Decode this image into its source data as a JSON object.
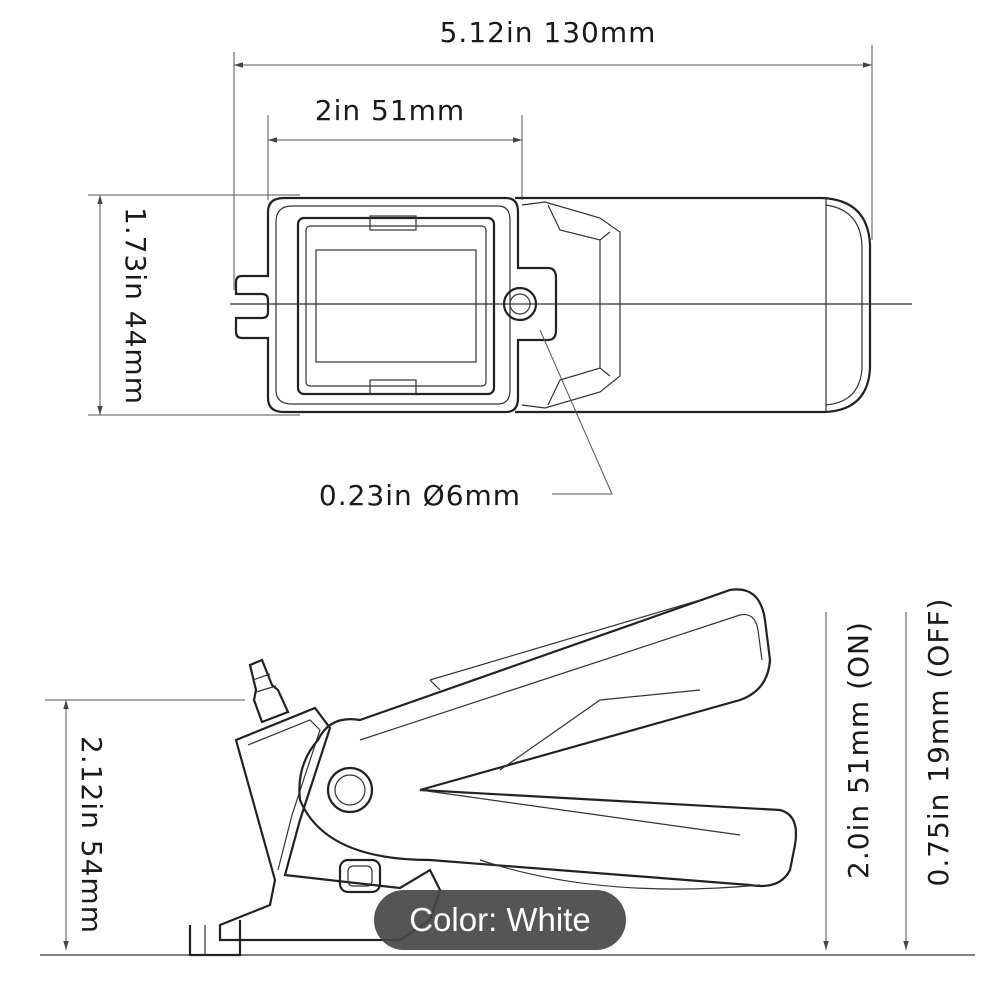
{
  "dimensions": {
    "overall_length": "5.12in 130mm",
    "body_width": "2in 51mm",
    "height_top": "1.73in 44mm",
    "hole": "0.23in Ø6mm",
    "height_side": "2.12in 54mm",
    "on_height": "2.0in 51mm (ON)",
    "off_height": "0.75in 19mm (OFF)"
  },
  "badge": {
    "color_label": "Color: White"
  },
  "colors": {
    "line": "#222222",
    "badge_bg": "#464646"
  }
}
